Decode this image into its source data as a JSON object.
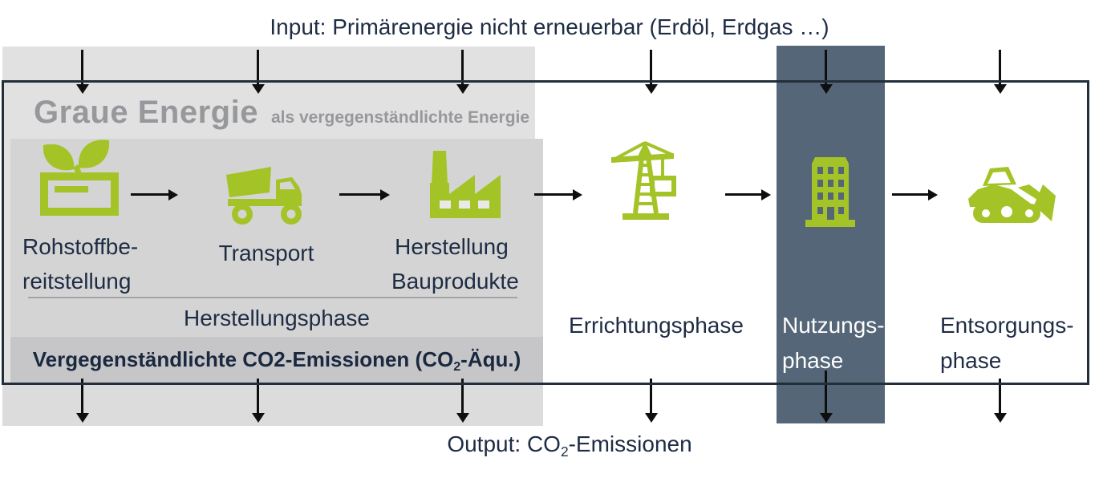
{
  "colors": {
    "green": "#a4c327",
    "slate_bar": "#546678",
    "light_gray_box": "#e1e1e2",
    "inner_gray_box": "#d4d4d5",
    "co2_band_gray": "#c6c6c8",
    "navy_text": "#1e2c44",
    "grey_title": "#97989b",
    "frame_border": "#222f3b",
    "arrow_black": "#0e0e0e",
    "nutzung_text_white": "#ffffff"
  },
  "input_label": "Input: Primärenergie nicht erneuerbar (Erdöl, Erdgas …)",
  "output_label": {
    "prefix": "Output: CO",
    "sub": "2",
    "suffix": "-Emissionen"
  },
  "grey_energy": {
    "title": "Graue Energie",
    "subtitle": "als vergegenständlichte Energie"
  },
  "stations": [
    {
      "icon": "seedling-box-icon",
      "label_line1": "Rohstoffbe-",
      "label_line2": "reitstellung"
    },
    {
      "icon": "dump-truck-icon",
      "label_line1": "Transport",
      "label_line2": ""
    },
    {
      "icon": "factory-icon",
      "label_line1": "Herstellung",
      "label_line2": "Bauprodukte"
    }
  ],
  "phases": {
    "herstellung": "Herstellungsphase",
    "errichtung": "Errichtungsphase",
    "nutzung_line1": "Nutzungs-",
    "nutzung_line2": "phase",
    "entsorgung_line1": "Entsorgungs-",
    "entsorgung_line2": "phase"
  },
  "right_icons": {
    "errichtung": "tower-crane-icon",
    "nutzung": "building-icon",
    "entsorgung": "bulldozer-icon"
  },
  "co2_band": {
    "prefix": "Vergegenständlichte CO2-Emissionen (CO",
    "sub": "2",
    "suffix": "-Äqu.)"
  }
}
